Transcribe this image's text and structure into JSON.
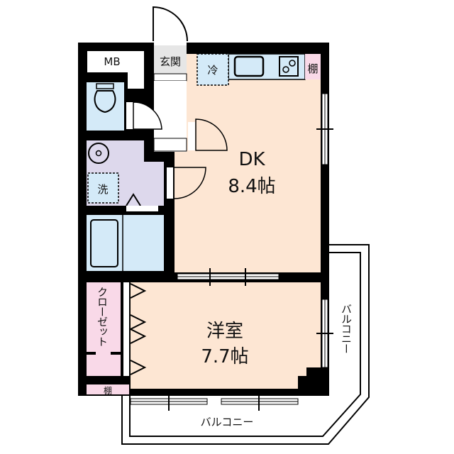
{
  "floorplan": {
    "colors": {
      "wall": "#000000",
      "living": "#fde6d3",
      "wet": "#d4eaf8",
      "washroom": "#ddd8ec",
      "storage": "#f9d9e8",
      "entrance": "#e6e6e6",
      "background": "#ffffff"
    },
    "rooms": {
      "dk": {
        "name": "DK",
        "size": "8.4帖"
      },
      "western": {
        "name": "洋室",
        "size": "7.7帖"
      }
    },
    "labels": {
      "mb": "MB",
      "entrance": "玄関",
      "fridge": "冷",
      "shelf_kitchen": "棚",
      "washer": "洗",
      "closet": "クローゼット",
      "shelf_bedroom": "棚",
      "balcony_bottom": "バルコニー",
      "balcony_right": "バルコニー"
    },
    "icons": [
      "toilet-icon",
      "sink-icon",
      "washer-icon",
      "bathtub-icon",
      "kitchen-sink-icon",
      "stove-icon",
      "fridge-icon"
    ]
  }
}
